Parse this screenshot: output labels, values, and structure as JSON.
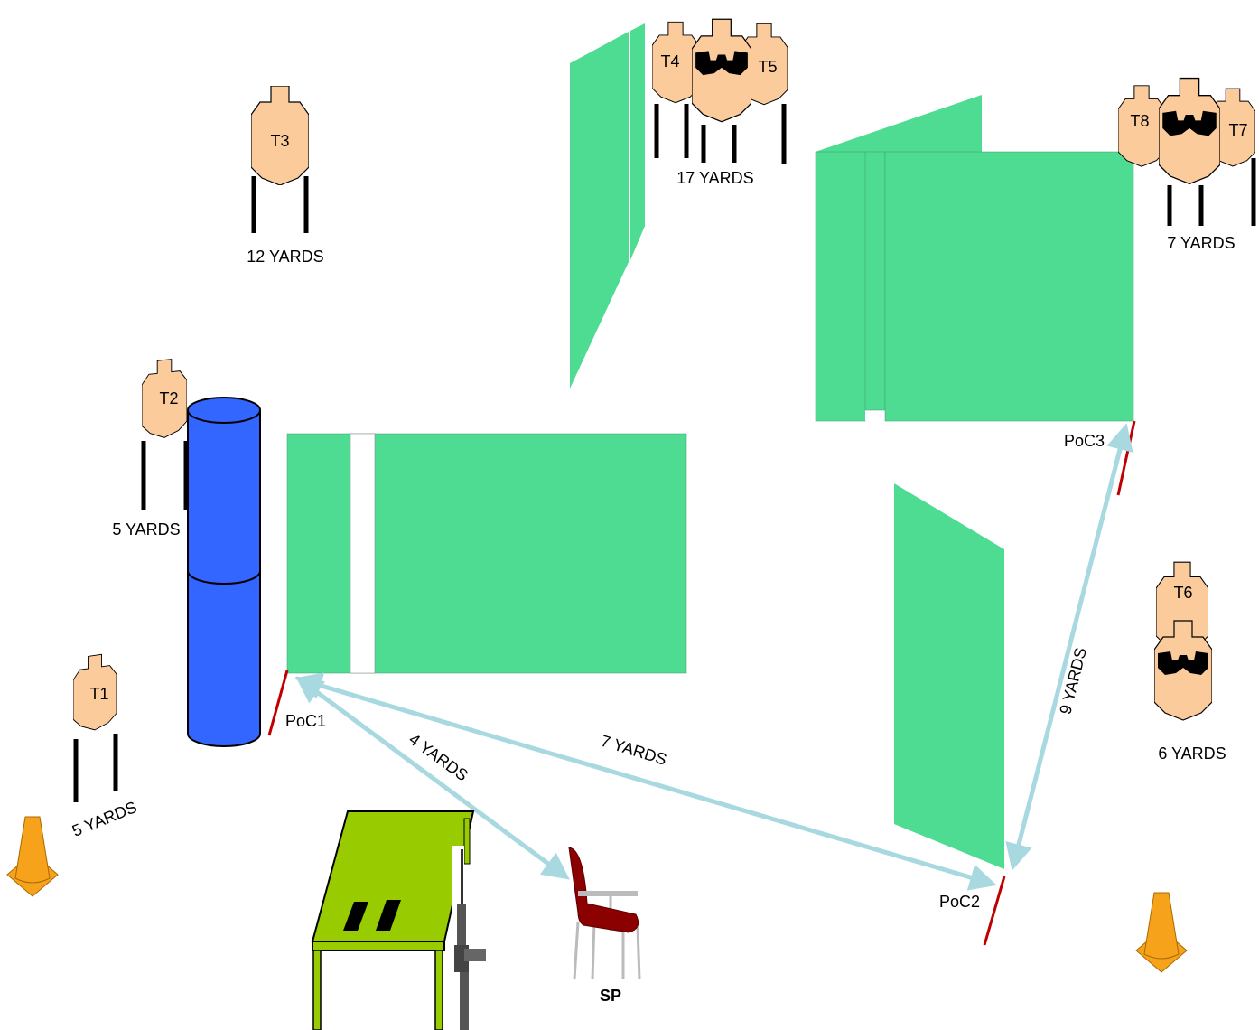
{
  "colors": {
    "wall": "#4ddc92",
    "barrel": "#3366ff",
    "target": "#fccb9c",
    "arrow": "#a8d8e0",
    "poc_line": "#c00000",
    "cone": "#f7a21b",
    "table": "#99cc00",
    "chair": "#8b0000"
  },
  "targets": {
    "t1": "T1",
    "t2": "T2",
    "t3": "T3",
    "t4": "T4",
    "t5": "T5",
    "t6": "T6",
    "t7": "T7",
    "t8": "T8"
  },
  "distances": {
    "t1": "5 YARDS",
    "t2": "5 YARDS",
    "t3": "12 YARDS",
    "t45": "17 YARDS",
    "t78": "7 YARDS",
    "t6": "6 YARDS"
  },
  "positions": {
    "poc1": "PoC1",
    "poc2": "PoC2",
    "poc3": "PoC3",
    "sp": "SP"
  },
  "movement": {
    "sp_to_poc1": "4 YARDS",
    "poc1_to_poc2": "7 YARDS",
    "poc2_to_poc3": "9 YARDS"
  },
  "icons": [
    "traffic-cone-icon",
    "rifle-icon",
    "chair-icon",
    "table-icon",
    "barrel-icon"
  ]
}
